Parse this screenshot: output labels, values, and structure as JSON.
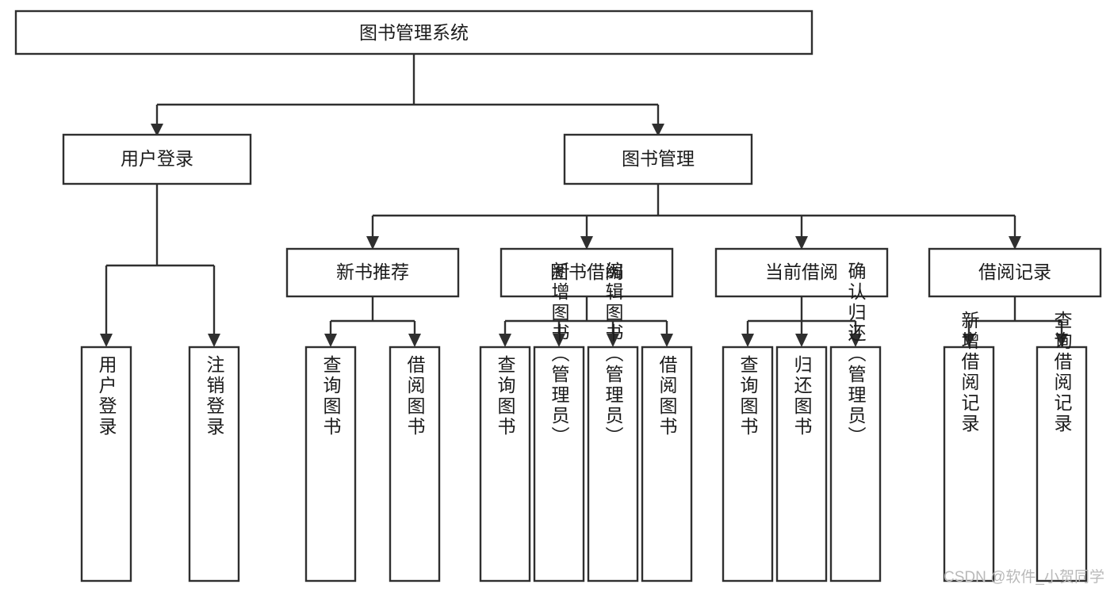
{
  "diagram": {
    "title": "图书管理系统",
    "type": "tree-hierarchy",
    "orientation": "top-down",
    "colors": {
      "box_stroke": "#2f2f2f",
      "box_fill": "#ffffff",
      "edge": "#2f2f2f",
      "text": "#1b1b1b",
      "watermark": "#b9b9b9",
      "background": "#ffffff"
    },
    "root": {
      "label": "图书管理系统"
    },
    "level2": [
      {
        "label": "用户登录"
      },
      {
        "label": "图书管理"
      }
    ],
    "level3": [
      {
        "label": "新书推荐"
      },
      {
        "label": "图书借阅"
      },
      {
        "label": "当前借阅"
      },
      {
        "label": "借阅记录"
      }
    ],
    "leaves": {
      "user_login": [
        {
          "label": "用户登录"
        },
        {
          "label": "注销登录"
        }
      ],
      "new_book_recommend": [
        {
          "label": "查询图书"
        },
        {
          "label": "借阅图书"
        }
      ],
      "book_borrow": [
        {
          "label": "查询图书"
        },
        {
          "label": "新增图书（管理员）"
        },
        {
          "label": "编辑图书（管理员）"
        },
        {
          "label": "借阅图书"
        }
      ],
      "current_borrow": [
        {
          "label": "查询图书"
        },
        {
          "label": "归还图书"
        },
        {
          "label": "确认归还（管理员）"
        }
      ],
      "borrow_records": [
        {
          "label": "新增借阅记录"
        },
        {
          "label": "查询借阅记录"
        }
      ]
    }
  },
  "watermark": {
    "text": "CSDN @软件_小贺同学"
  }
}
